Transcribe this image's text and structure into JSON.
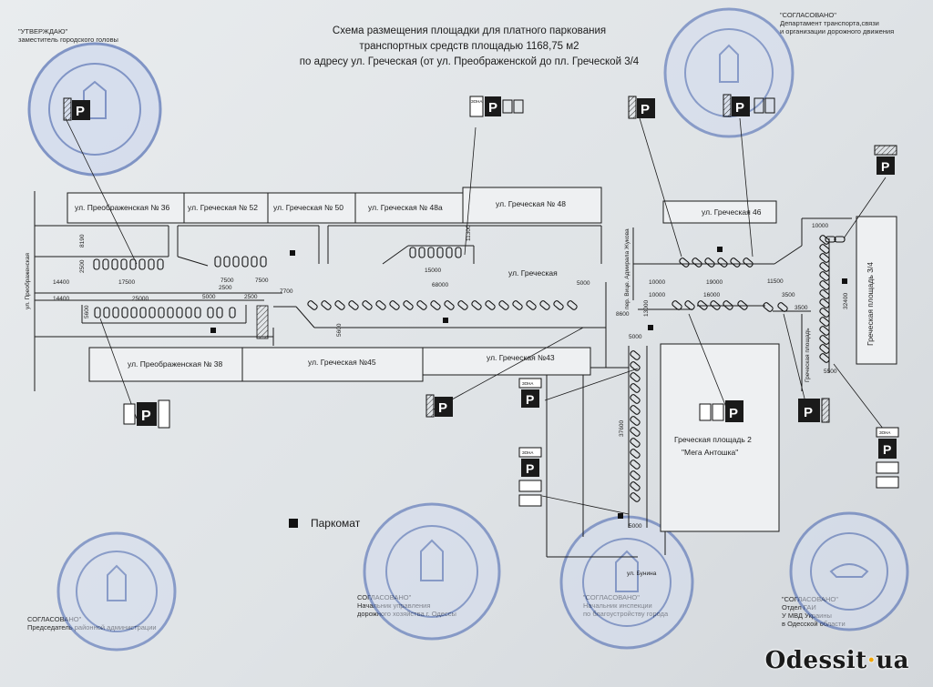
{
  "title": {
    "line1": "Схема размещения площадки для платного парковaния",
    "line2": "транспортных средств площадью 1168,75 м2",
    "line3": "по адресу ул. Греческая (от ул. Преображенской до пл. Греческой 3/4"
  },
  "approvals": {
    "top_left": {
      "label": "\"УТВЕРЖДАЮ\"",
      "role": "заместитель городского головы"
    },
    "top_right": {
      "label": "\"СОГЛАСОВАНО\"",
      "role1": "Департамент транспорта,связи",
      "role2": "и организации дорожного движения"
    },
    "bottom_1": {
      "label": "СОГЛАСОВАНО\"",
      "role": "Председатель районной администрации"
    },
    "bottom_2": {
      "label": "СОГЛАСОВАНО\"",
      "role1": "Начальник управления",
      "role2": "дорожного хозяйства г. Одессы"
    },
    "bottom_3": {
      "label": "\"СОГЛАСОВАНО\"",
      "role1": "Начальник инспекции",
      "role2": "по благоустройству города"
    },
    "bottom_4": {
      "label": "\"СОГЛАСОВАНО\"",
      "role1": "Отдел ГАИ",
      "role2": "У МВД Украины",
      "role3": "в Одесской области"
    }
  },
  "streets": {
    "preobrazhenskaya_36": "ул. Преображенская № 36",
    "grecheskaya_52": "ул. Греческая № 52",
    "grecheskaya_50": "ул. Греческая № 50",
    "grecheskaya_48a": "ул. Греческая № 48а",
    "grecheskaya_48": "ул. Греческая № 48",
    "grecheskaya_46": "ул. Греческая 46",
    "grecheskaya_road": "ул. Греческая",
    "preobrazhenskaya_38": "ул. Преображенская № 38",
    "grecheskaya_45": "ул. Греческая №45",
    "grecheskaya_43": "ул. Греческая №43",
    "grecheskaya_ploshchad_34": "Греческая площадь 3/4",
    "grecheskaya_ploshchad_2": "Греческая площадь 2",
    "mega_antoshka": "\"Мега Антошка\"",
    "ul_preobrazhenskaya_side": "ул. Преображенская",
    "ul_buninа": "ул. Бунина",
    "admirala_zhukova": "пер. Вице. Адмирала Жукова",
    "grecheskaya_side": "Греческая площадь"
  },
  "dimensions": {
    "d17500": "17500",
    "d14400a": "14400",
    "d14400b": "14400",
    "d25000": "25000",
    "d5000a": "5000",
    "d2500a": "2500",
    "d2500b": "2500",
    "d7500a": "7500",
    "d7500b": "7500",
    "d15000": "15000",
    "d68000": "68000",
    "d7700": "7700",
    "d5000b": "5000",
    "d8600": "8600",
    "d19000": "19000",
    "d11500": "11500",
    "d10000a": "10000",
    "d16000": "16000",
    "d3500": "3500",
    "d10000b": "10000",
    "d13000": "13000",
    "d37600": "37600",
    "d5000c": "5000",
    "d5000d": "5000",
    "d32400": "32400",
    "d5500": "5500",
    "d8190": "8190",
    "d2500c": "2500",
    "d5600": "5600",
    "d11300": "11300",
    "d5600b": "5600",
    "d3500b": "3500"
  },
  "sign": {
    "zona": "ЗОНА",
    "parking": "P"
  },
  "legend": {
    "label": "Паркомат"
  },
  "watermark": {
    "name": "Odessit",
    "sep": "·",
    "tld": "ua"
  }
}
